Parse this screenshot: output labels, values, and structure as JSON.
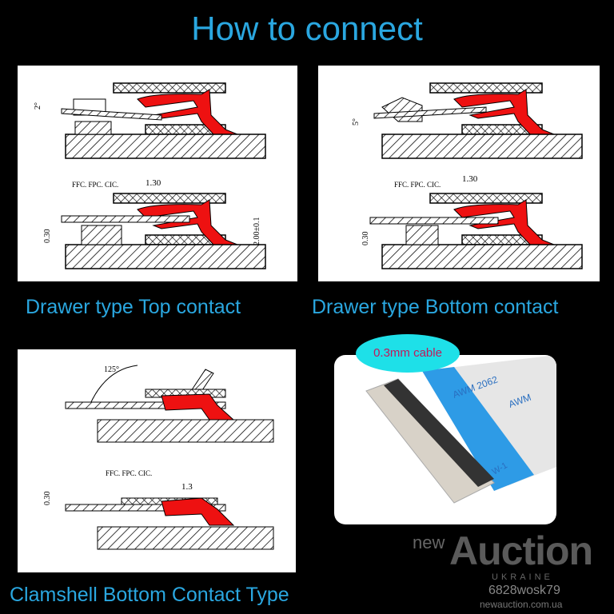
{
  "title": "How to connect",
  "panels": [
    {
      "caption": "Drawer type Top contact",
      "angle_label": "2°",
      "cable_label": "FFC. FPC. CIC.",
      "dim_pitch": "1.30",
      "dim_height": "2.00±0.1",
      "dim_cable": "0.30"
    },
    {
      "caption": "Drawer type Bottom contact",
      "angle_label": "5°",
      "cable_label": "FFC. FPC. CIC.",
      "dim_pitch": "1.30",
      "dim_cable": "0.30"
    },
    {
      "caption": "Clamshell Bottom Contact Type",
      "angle_label": "125°",
      "cable_label": "FFC. FPC. CIC.",
      "dim_pitch": "1.3",
      "dim_cable": "0.30"
    }
  ],
  "photo": {
    "bubble": "0.3mm cable",
    "cable_print_1": "AWM 2062",
    "cable_print_2": "AWM",
    "cable_print_3": "W-1"
  },
  "watermark": {
    "new": "new",
    "brand": "Auction",
    "country": "UKRAINE",
    "code": "6828wosk79",
    "url": "newauction.com.ua"
  },
  "colors": {
    "accent": "#2aa7e0",
    "contact": "#ee1111",
    "bubble": "#1ee0e8"
  }
}
